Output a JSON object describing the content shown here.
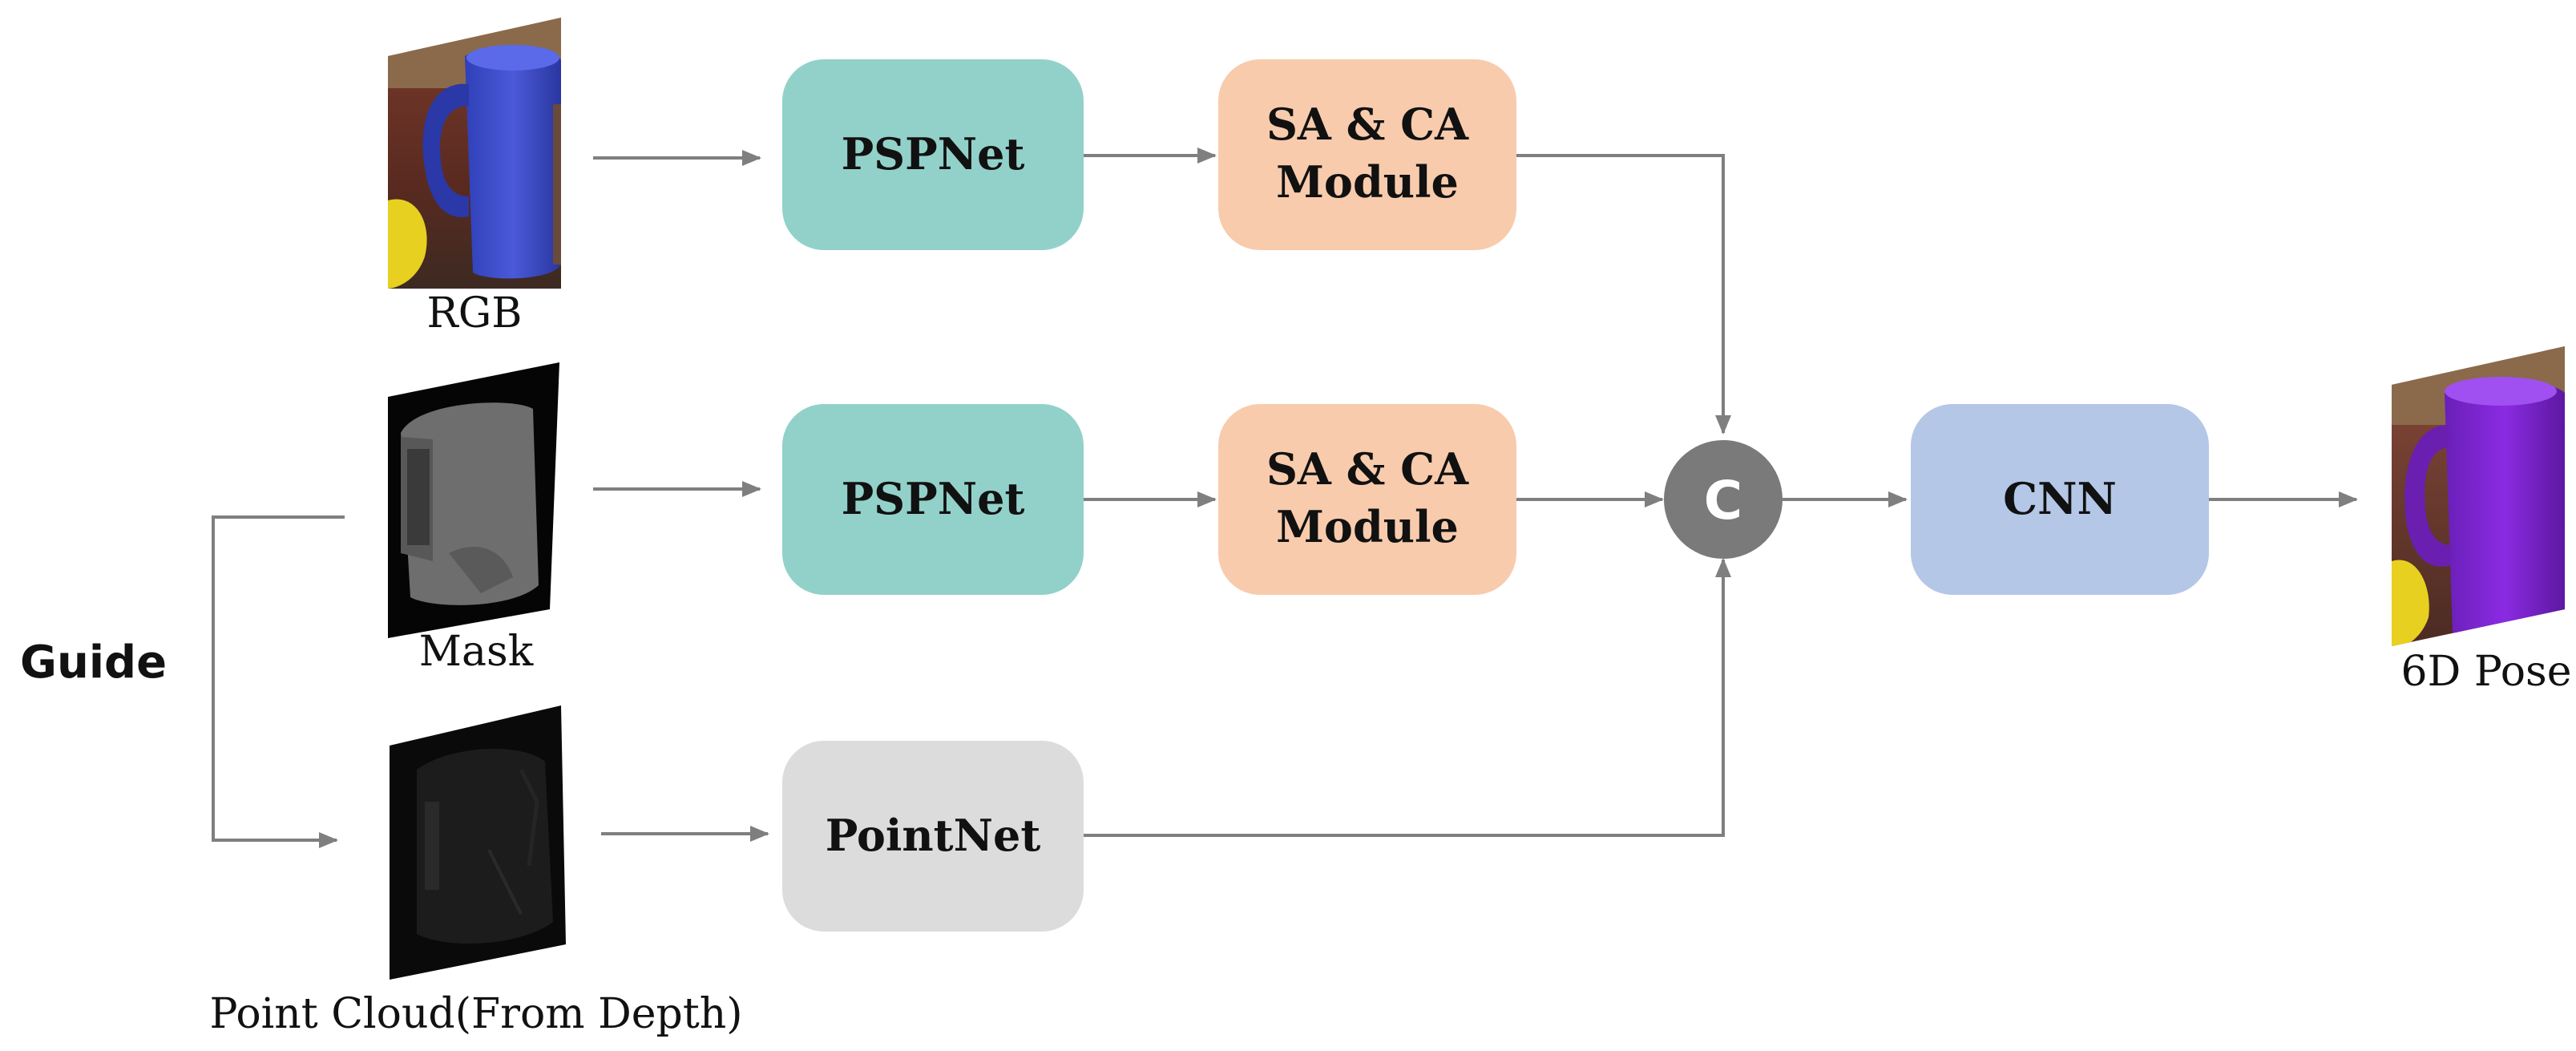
{
  "colors": {
    "pspnet": "#92d1c9",
    "attention": "#f8cbad",
    "pointnet": "#dcdcdc",
    "cnn": "#b4c7e7",
    "concat": "#7a7a7a",
    "edge": "#7f7f7f"
  },
  "inputs": {
    "rgb": "RGB",
    "mask": "Mask",
    "point_cloud": "Point Cloud(From Depth)"
  },
  "guide": "Guide",
  "nodes": {
    "pspnet_top": "PSPNet",
    "pspnet_mid": "PSPNet",
    "module_top_line1": "SA & CA",
    "module_top_line2": "Module",
    "module_mid_line1": "SA & CA",
    "module_mid_line2": "Module",
    "pointnet": "PointNet",
    "concat": "C",
    "cnn": "CNN"
  },
  "output": {
    "label": "6D Pose"
  }
}
